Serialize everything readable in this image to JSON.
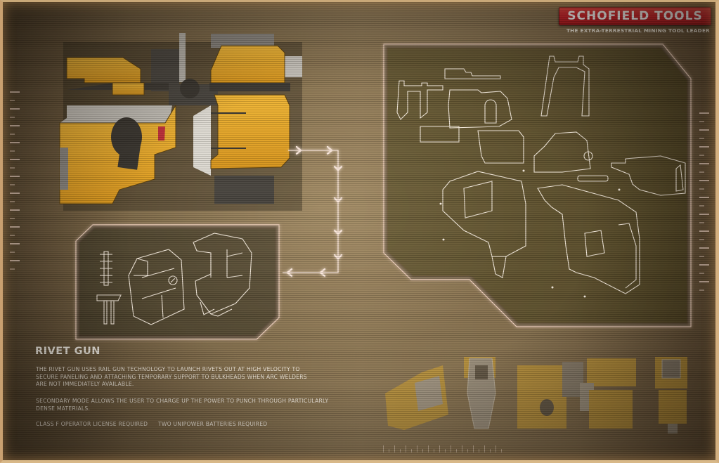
{
  "brand": {
    "logo_text": "SCHOFIELD TOOLS",
    "tagline": "THE EXTRA-TERRESTRIAL MINING TOOL LEADER",
    "logo_color": "#c81e26"
  },
  "product": {
    "title": "RIVET GUN",
    "description_lines": [
      "THE RIVET GUN USES RAIL GUN TECHNOLOGY TO LAUNCH RIVETS OUT AT HIGH VELOCITY TO",
      "SECURE PANELING AND ATTACHING TEMPORARY SUPPORT TO BULKHEADS WHEN ARC WELDERS",
      "ARE NOT IMMEDIATELY AVAILABLE."
    ],
    "secondary_lines": [
      "SECONDARY MODE ALLOWS THE USER TO CHARGE UP THE POWER TO PUNCH THROUGH PARTICULARLY",
      "DENSE MATERIALS."
    ],
    "requirements": [
      "CLASS F OPERATOR LICENSE REQUIRED",
      "TWO UNIPOWER BATTERIES REQUIRED"
    ]
  },
  "colors": {
    "background": "#7a6648",
    "line_art": "#f4eadc",
    "accent_glow": "#f0b890",
    "gun_yellow": "#e8a82a"
  },
  "illustrations": {
    "main_render": "rivet-gun-render",
    "exploded_view": "rivet-gun-exploded-schematic",
    "detail_view": "rivet-gun-head-detail-schematic",
    "thumbnails": [
      "angled-view",
      "top-view",
      "side-view",
      "rear-side-view",
      "front-view"
    ]
  }
}
